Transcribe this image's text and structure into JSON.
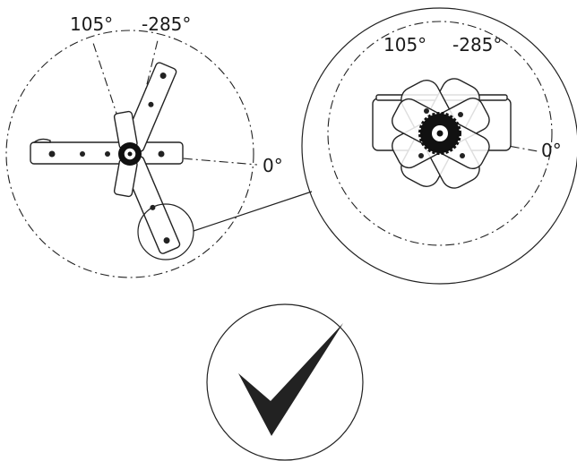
{
  "left_diagram": {
    "angle_a": "105°",
    "angle_b": "-285°",
    "angle_zero": "0°"
  },
  "zoom_diagram": {
    "angle_a": "105°",
    "angle_b": "-285°",
    "angle_zero": "0°"
  },
  "status": {
    "icon": "checkmark-icon",
    "meaning": "correct"
  }
}
